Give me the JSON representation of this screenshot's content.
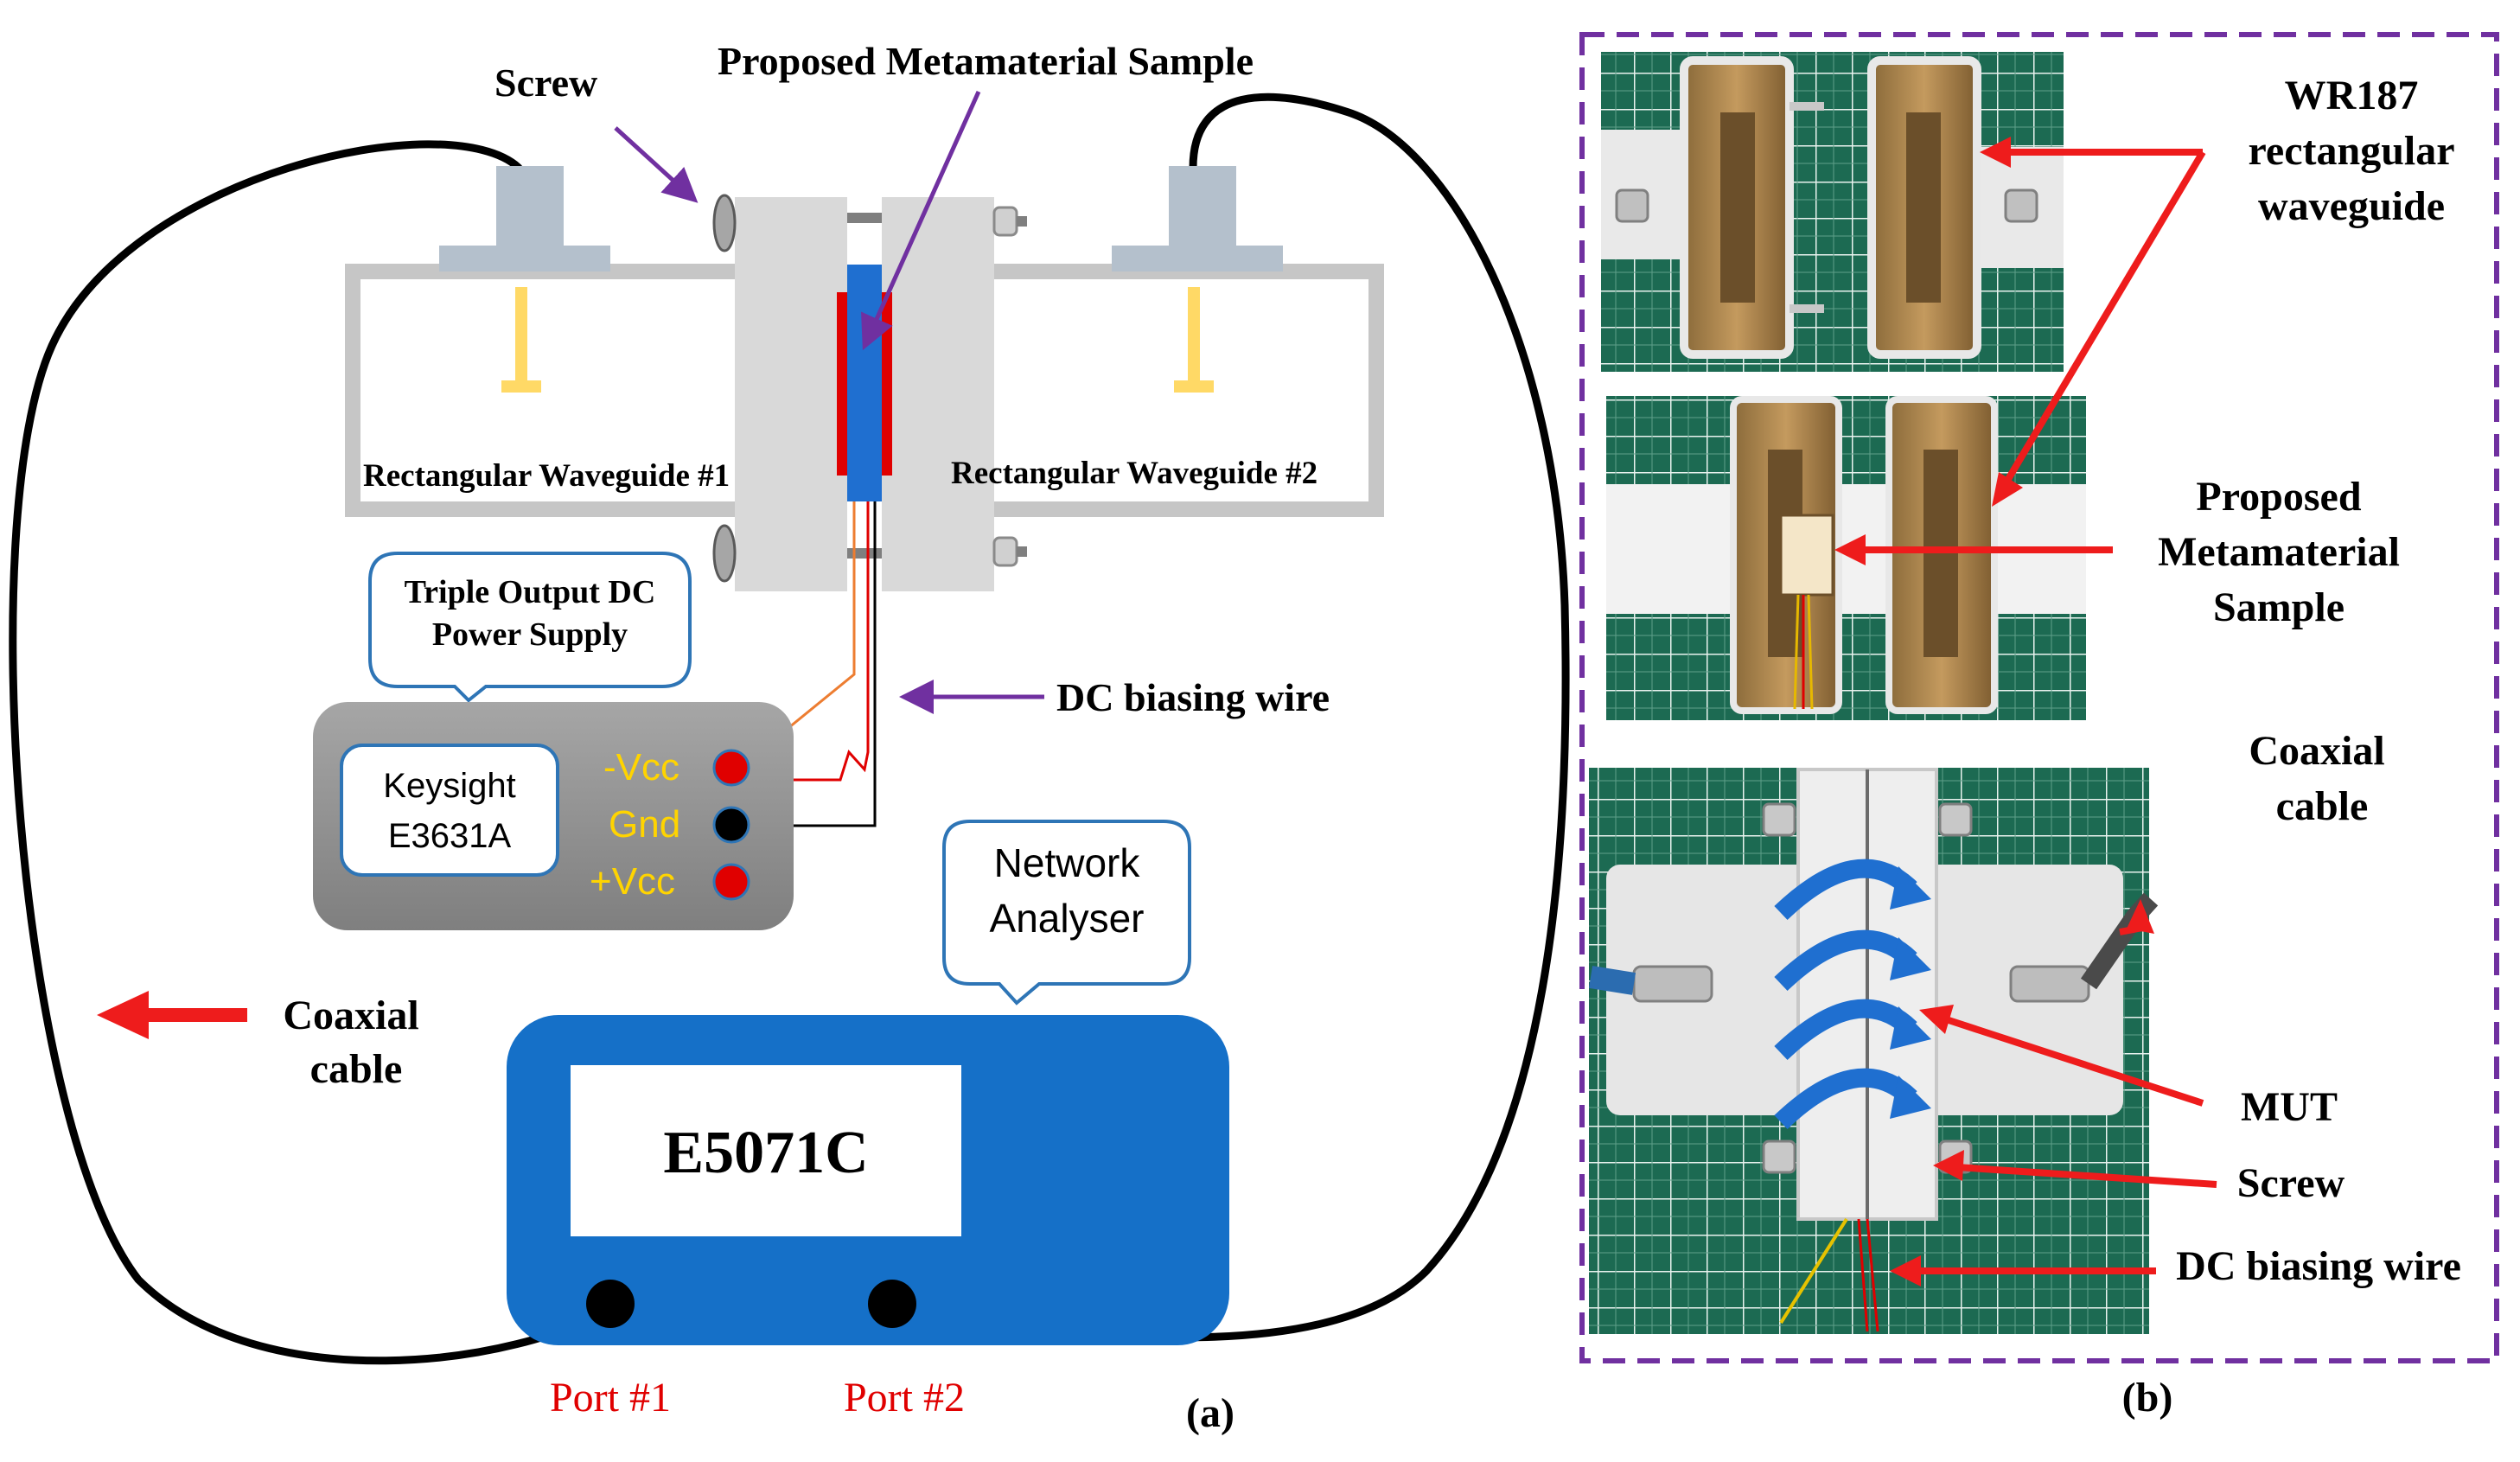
{
  "panel_a": {
    "label": "(a)",
    "screw_label": "Screw",
    "sample_label": "Proposed Metamaterial Sample",
    "waveguide1_label": "Rectangular Waveguide #1",
    "waveguide2_label": "Rectangular Waveguide #2",
    "power_supply_callout": [
      "Triple Output DC",
      "Power Supply"
    ],
    "power_supply_model": [
      "Keysight",
      "E3631A"
    ],
    "terminals": [
      "-Vcc",
      "Gnd",
      "+Vcc"
    ],
    "dc_wire_label": "DC biasing wire",
    "network_callout": [
      "Network",
      "Analyser"
    ],
    "analyser_model": "E5071C",
    "port1_label": "Port #1",
    "port2_label": "Port #2",
    "coax_label": [
      "Coaxial",
      "cable"
    ]
  },
  "panel_b": {
    "label": "(b)",
    "waveguide_label": [
      "WR187",
      "rectangular",
      "waveguide"
    ],
    "sample_label": [
      "Proposed",
      "Metamaterial",
      "Sample"
    ],
    "coax_label": [
      "Coaxial",
      "cable"
    ],
    "mut_label": "MUT",
    "screw_label": "Screw",
    "dc_wire_label": "DC biasing wire"
  },
  "colors": {
    "purple": "#7030a0",
    "arrow_red": "#ee1c1c",
    "waveguide_gray": "#c6c6c6",
    "flange_gray": "#d9d9d9",
    "probe_blue_gray": "#b4c0cc",
    "probe_yellow": "#ffd966",
    "analyser_blue": "#1570c8",
    "callout_blue": "#2e75b6",
    "supply_gray": "#8c8c8c",
    "terminal_yellow": "#ffd400",
    "port_red": "#e00000",
    "mat_green": "#1c6a52"
  }
}
